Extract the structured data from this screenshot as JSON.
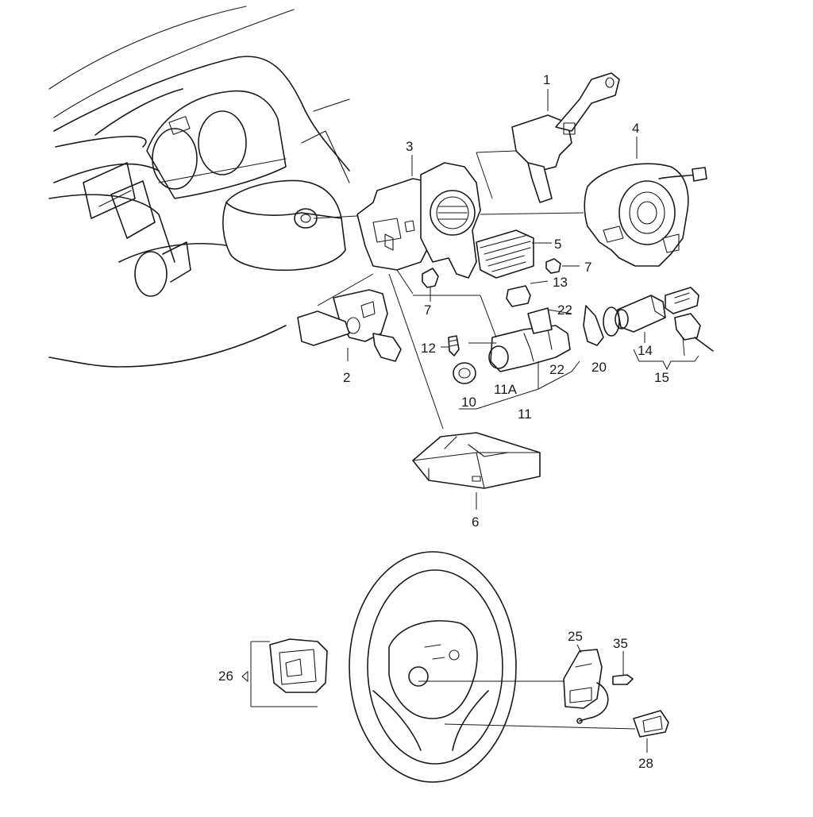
{
  "callouts": {
    "p1": "1",
    "p2": "2",
    "p3": "3",
    "p4": "4",
    "p5": "5",
    "p6": "6",
    "p7a": "7",
    "p7b": "7",
    "p10": "10",
    "p11": "11",
    "p11a": "11A",
    "p12": "12",
    "p13": "13",
    "p14": "14",
    "p15": "15",
    "p20": "20",
    "p22a": "22",
    "p22b": "22",
    "p25": "25",
    "p26": "26",
    "p28": "28",
    "p35": "35"
  },
  "colors": {
    "line": "#1a1a1a",
    "background": "#ffffff"
  }
}
